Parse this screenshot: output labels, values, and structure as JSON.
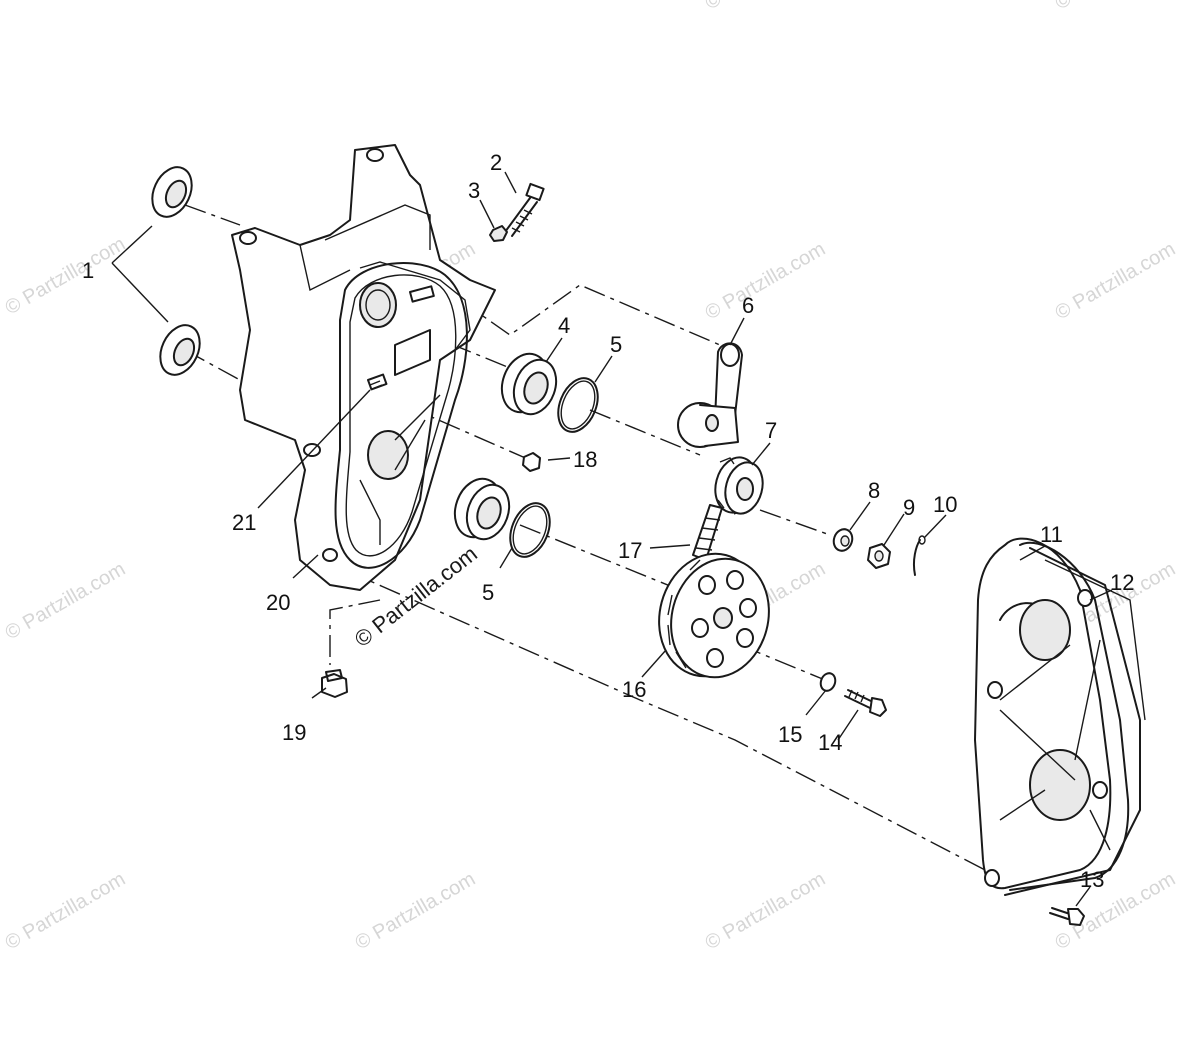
{
  "watermark": {
    "text": "© Partzilla.com",
    "color": "#d6d6d6"
  },
  "part_labels": [
    "1",
    "2",
    "3",
    "4",
    "5",
    "6",
    "7",
    "8",
    "9",
    "10",
    "11",
    "12",
    "13",
    "14",
    "15",
    "16",
    "17",
    "18",
    "19",
    "20",
    "21"
  ],
  "callouts": {
    "c1": "1",
    "c2": "2",
    "c3": "3",
    "c4": "4",
    "c5a": "5",
    "c5b": "5",
    "c6": "6",
    "c7": "7",
    "c8": "8",
    "c9": "9",
    "c10": "10",
    "c11": "11",
    "c12": "12",
    "c13": "13",
    "c14": "14",
    "c15": "15",
    "c16": "16",
    "c17": "17",
    "c18": "18",
    "c19": "19",
    "c20": "20",
    "c21": "21"
  }
}
